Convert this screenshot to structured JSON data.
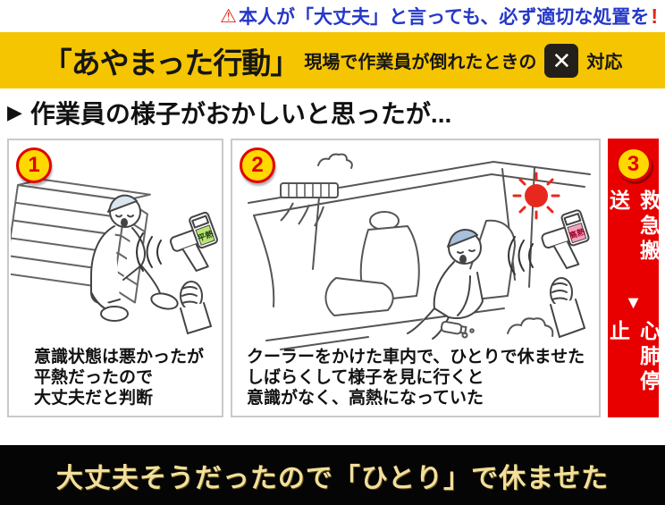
{
  "top_notice": {
    "warning_icon": "⚠",
    "text": "本人が「大丈夫」と言っても、必ず適切な処置を",
    "exclamation": "!"
  },
  "header": {
    "title": "「あやまった行動」",
    "subtitle": "現場で作業員が倒れたときの",
    "x_mark": "✕",
    "suffix": "対応"
  },
  "section_heading": {
    "arrow": "▶",
    "text": "作業員の様子がおかしいと思ったが..."
  },
  "panels": [
    {
      "number": "1",
      "caption_lines": [
        "意識状態は悪かったが",
        "平熱だったので",
        "大丈夫だと判断"
      ],
      "thermometer_display": "平熱"
    },
    {
      "number": "2",
      "caption_lines": [
        "クーラーをかけた車内で、ひとりで休ませた",
        "しばらくして様子を見に行くと",
        "意識がなく、高熱になっていた"
      ],
      "thermometer_display": "高熱"
    }
  ],
  "result_bar": {
    "number": "3",
    "label_top": "救急搬送",
    "arrow": "▼",
    "label_bottom": "心肺停止"
  },
  "bottom_bar": {
    "text": "大丈夫そうだったので「ひとり」で休ませた"
  },
  "colors": {
    "header_bg": "#f6c502",
    "alert_red": "#e80000",
    "badge_yellow": "#ffd800",
    "notice_blue": "#2438c8",
    "bottom_text": "#f2df9b",
    "panel_border": "#c9c9c9",
    "sun_red": "#e8281e",
    "screen_normal_green": "#b9e473",
    "screen_fever_pink": "#f4a2c0"
  }
}
